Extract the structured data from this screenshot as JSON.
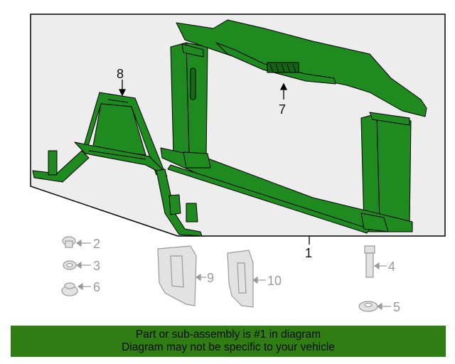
{
  "callouts": {
    "c1": "1",
    "c2": "2",
    "c3": "3",
    "c4": "4",
    "c5": "5",
    "c6": "6",
    "c7": "7",
    "c8": "8",
    "c9": "9",
    "c10": "10"
  },
  "banner": {
    "line1": "Part or sub-assembly is #1 in diagram",
    "line2": "Diagram may not be specific to your vehicle"
  },
  "colors": {
    "part_green": "#1f8a1f",
    "banner_green": "#2f7d13",
    "panel_grey": "#ececec",
    "hardware_grey": "#b5b5b5"
  }
}
